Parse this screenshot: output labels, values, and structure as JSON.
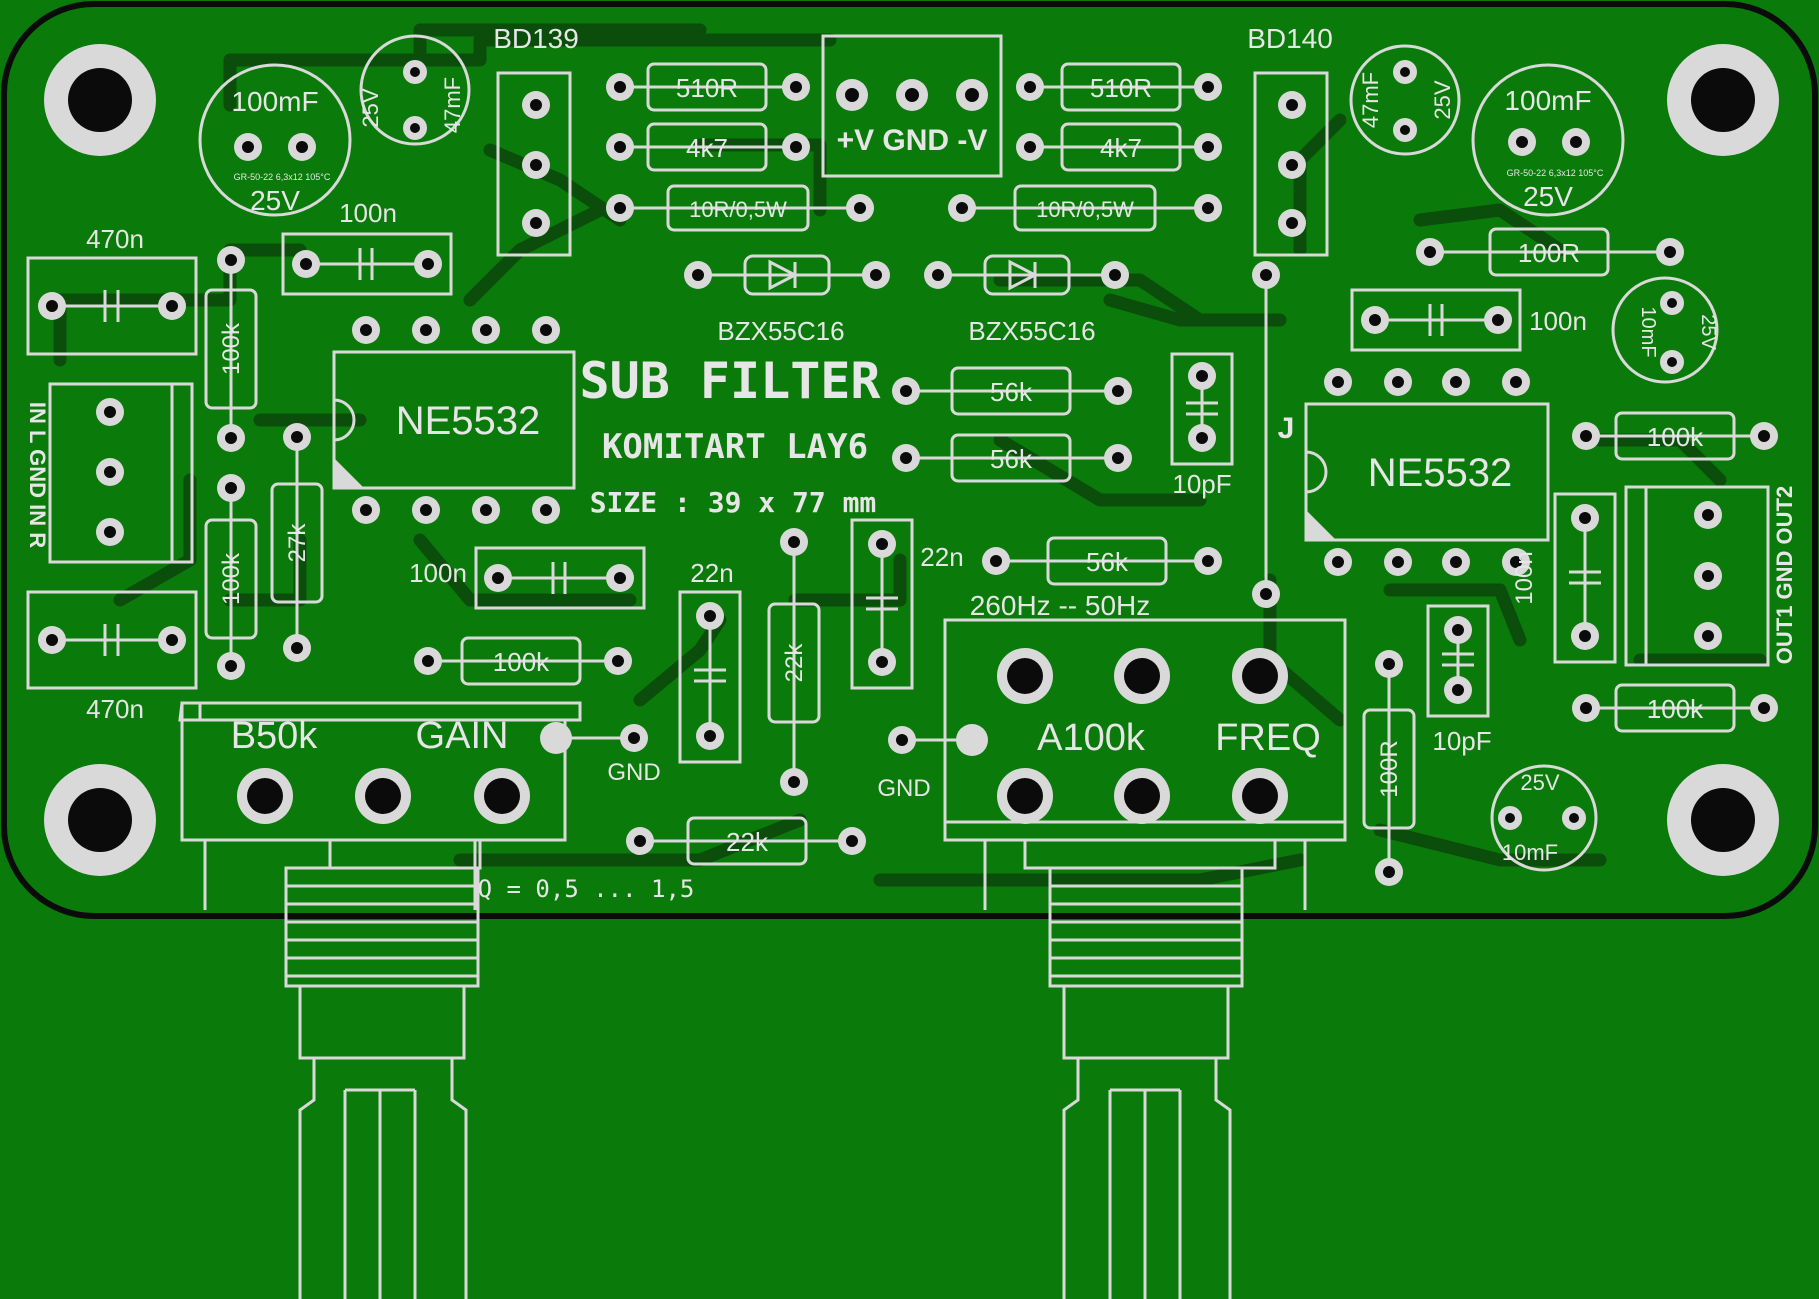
{
  "board": {
    "title": "SUB FILTER",
    "subtitle": "KOMITART LAY6",
    "size": "SIZE : 39 x 77 mm",
    "freq_range": "260Hz -- 50Hz",
    "q_range": "Q = 0,5 ... 1,5"
  },
  "components": {
    "bd139": "BD139",
    "bd140": "BD140",
    "r510_left": "510R",
    "r510_right": "510R",
    "r4k7_left": "4k7",
    "r4k7_right": "4k7",
    "r10_left": "10R/0,5W",
    "r10_right": "10R/0,5W",
    "zener_left": "BZX55C16",
    "zener_right": "BZX55C16",
    "power_conn": "+V GND -V",
    "cap100m_left_val": "100mF",
    "cap100m_left_v": "25V",
    "cap100m_left_part": "GR-50-22 6,3x12 105°C",
    "cap100m_right_val": "100mF",
    "cap100m_right_v": "25V",
    "cap100m_right_part": "GR-50-22 6,3x12 105°C",
    "cap47_left_val": "47mF",
    "cap47_left_v": "25V",
    "cap47_right_val": "47mF",
    "cap47_right_v": "25V",
    "cap470_top": "470n",
    "cap470_bottom": "470n",
    "cap100n_top": "100n",
    "r100k_a": "100k",
    "r100k_b": "100k",
    "r27k": "27k",
    "ic_left": "NE5532",
    "ic_right": "NE5532",
    "cap100n_mid": "100n",
    "r100k_mid": "100k",
    "r56k_a": "56k",
    "r56k_b": "56k",
    "r56k_c": "56k",
    "cap10p_a": "10pF",
    "cap10p_b": "10pF",
    "cap22n_a": "22n",
    "cap22n_b": "22n",
    "r22k_v": "22k",
    "r22k_h": "22k",
    "r100r_top": "100R",
    "r100r_v": "100R",
    "cap100n_r": "100n",
    "cap100n_rv": "100n",
    "cap10m_top_val": "10mF",
    "cap10m_top_v": "25V",
    "cap10m_bot_val": "10mF",
    "cap10m_bot_v": "25V",
    "r100k_r1": "100k",
    "r100k_r2": "100k",
    "jumper": "J",
    "pot_gain_val": "B50k",
    "pot_gain_label": "GAIN",
    "pot_freq_val": "A100k",
    "pot_freq_label": "FREQ",
    "gnd_a": "GND",
    "gnd_b": "GND",
    "input_conn": "IN L  GND  IN R",
    "output_conn": "OUT1  GND  OUT2"
  },
  "colors": {
    "board": "#0a7a0a",
    "trace": "#0b4e0b",
    "silk": "#d9d9d9",
    "drill": "#0b0b0b"
  }
}
